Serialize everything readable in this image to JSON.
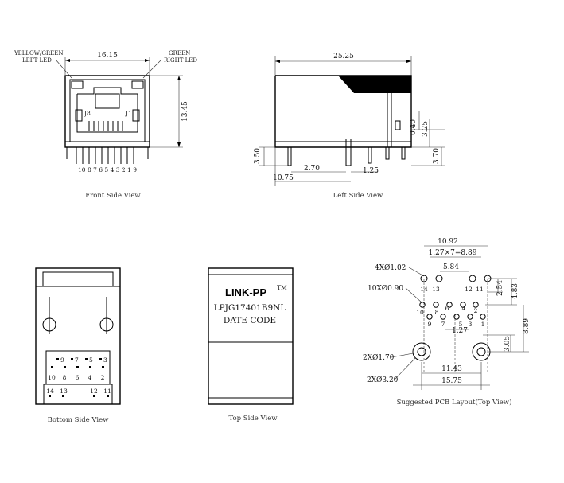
{
  "front_view": {
    "caption": "Front Side View",
    "width_dim": "16.15",
    "height_dim": "13.45",
    "left_led": [
      "YELLOW/GREEN",
      "LEFT LED"
    ],
    "right_led": [
      "GREEN",
      "RIGHT LED"
    ],
    "port_left_label": "J8",
    "port_right_label": "J1",
    "pin_sequence": "10 8 7 6 5 4 3 2 1 9"
  },
  "left_view": {
    "caption": "Left Side View",
    "length_dim": "25.25",
    "dims": {
      "a": "3.50",
      "b": "2.70",
      "c": "1.25",
      "d": "10.75",
      "e": "0.40",
      "f": "3.25",
      "g": "3.70"
    }
  },
  "bottom_view": {
    "caption": "Bottom Side View",
    "upper_pins": [
      "9",
      "7",
      "5",
      "3"
    ],
    "lower_pins": [
      "10",
      "8",
      "6",
      "4",
      "2"
    ],
    "led_pins_left": [
      "14",
      "13"
    ],
    "led_pins_right": [
      "12",
      "11"
    ]
  },
  "top_view": {
    "caption": "Top Side View",
    "brand": "LINK-PP",
    "trademark": "TM",
    "part_number": "LPJG17401B9NL",
    "date_code": "DATE CODE"
  },
  "pcb_layout": {
    "caption": "Suggested PCB Layout(Top View)",
    "dims": {
      "overall": "10.92",
      "pitch": "1.27×7=8.89",
      "led_span": "5.84",
      "led_drop": "2.54",
      "led_to_row": "4.83",
      "row_to_post": "8.89",
      "post_to_edge": "3.05",
      "row_pitch": "1.27",
      "post_span": "11.43",
      "overall_width": "15.75"
    },
    "callouts": {
      "led_holes": "4XØ1.02",
      "signal_holes": "10XØ0.90",
      "post_holes": "2XØ1.70",
      "post_pads": "2XØ3.20"
    },
    "led_labels": [
      "14",
      "13",
      "12",
      "11"
    ],
    "upper_pins": [
      "10",
      "8",
      "6",
      "4",
      "2"
    ],
    "lower_pins": [
      "9",
      "7",
      "5",
      "3",
      "1"
    ]
  }
}
